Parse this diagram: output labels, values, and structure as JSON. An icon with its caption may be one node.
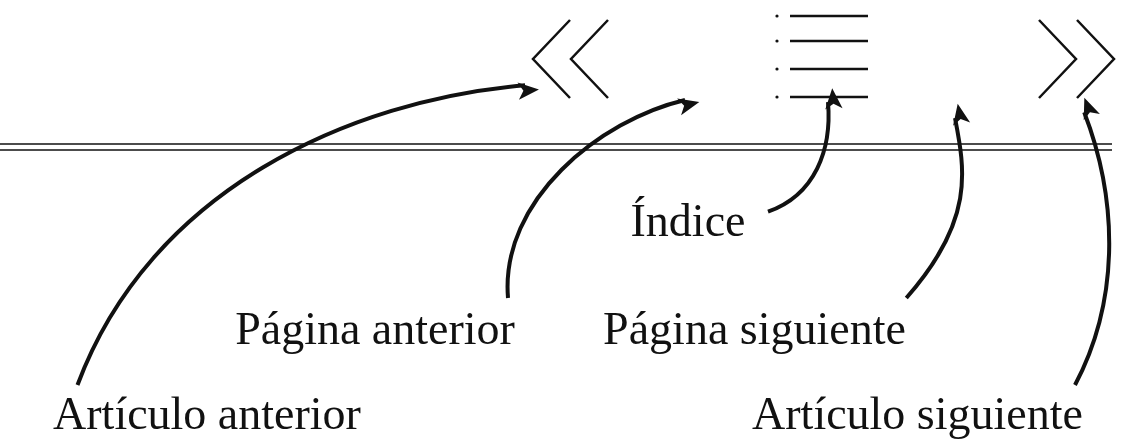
{
  "diagram": {
    "nodes": [
      {
        "text": [],
        "shape": "chevron"
      },
      {
        "text": [],
        "shape": "list"
      },
      {
        "text": [],
        "shape": "chevron"
      },
      {
        "text": [
          "Índice"
        ]
      },
      {
        "text": [
          "Página anterior"
        ]
      },
      {
        "text": [
          "Página siguiente"
        ]
      },
      {
        "text": [
          "Artículo anterior"
        ]
      },
      {
        "text": [
          "Artículo siguiente"
        ]
      }
    ],
    "edges": [
      {
        "from": 6,
        "to": 0,
        "arrow": "to"
      },
      {
        "from": 4,
        "to": null,
        "arrow": "to"
      },
      {
        "from": 3,
        "to": 1,
        "arrow": "to"
      },
      {
        "from": 5,
        "to": null,
        "arrow": "to"
      },
      {
        "from": 7,
        "to": 2,
        "arrow": "to"
      }
    ]
  }
}
